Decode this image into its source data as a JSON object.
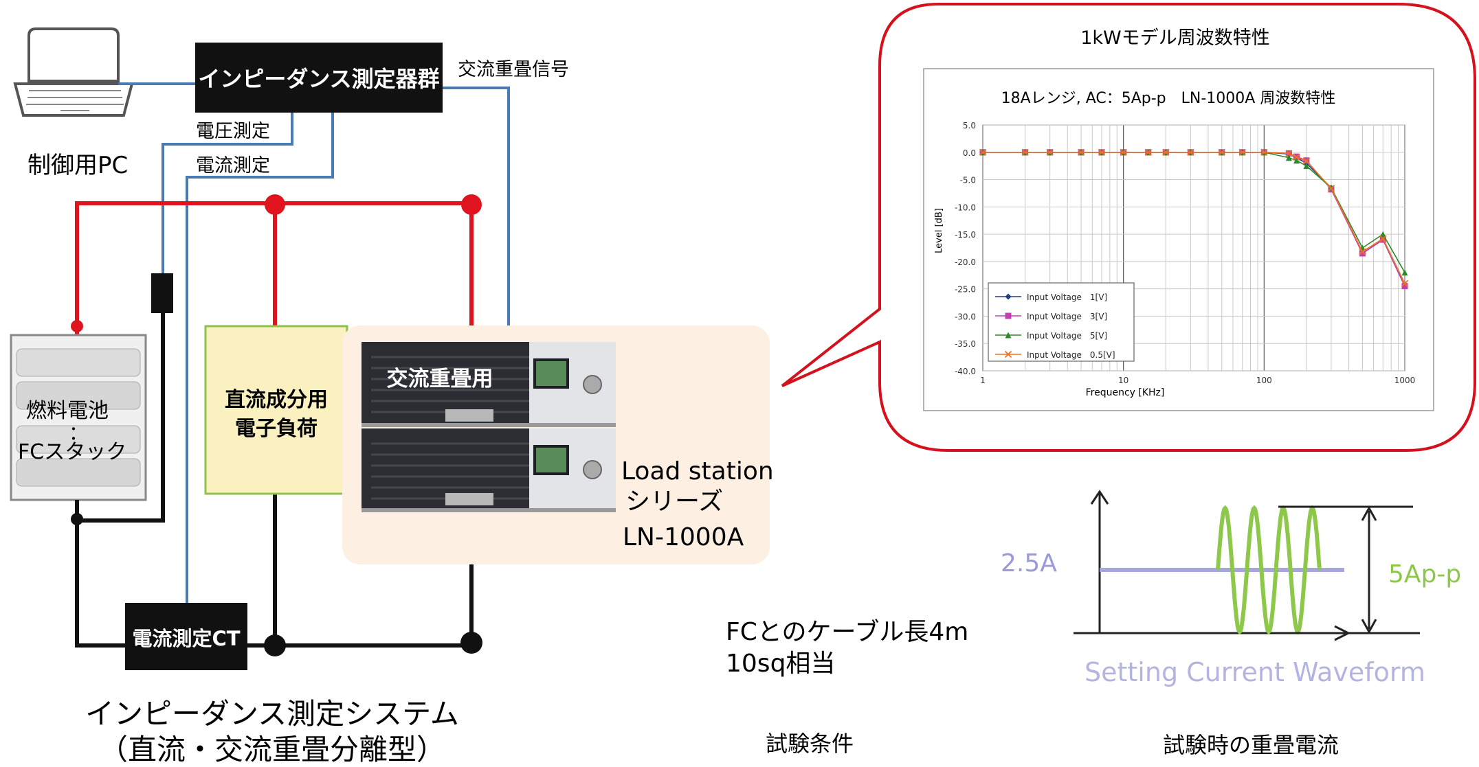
{
  "diagram": {
    "left": {
      "pc_label": "制御用PC",
      "impedance_group": "インピーダンス測定器群",
      "ac_signal": "交流重畳信号",
      "voltage_meas": "電圧測定",
      "current_meas": "電流測定",
      "fuel_cell": "燃料電池",
      "fuel_cell_dot": "：",
      "fc_stack": "FCスタック",
      "dc_load_line1": "直流成分用",
      "dc_load_line2": "電子負荷",
      "ac_use": "交流重畳用",
      "ct_label": "電流測定CT",
      "load_station_1": "Load station",
      "load_station_2": "シリーズ",
      "load_station_3": "LN-1000A",
      "caption_1": "インピーダンス測定システム",
      "caption_2": "（直流・交流重畳分離型）"
    },
    "conditions": {
      "cable_1": "FCとのケーブル長4m",
      "cable_2": "10sq相当",
      "caption": "試験条件"
    },
    "waveform": {
      "dc_value": "2.5A",
      "pp_value": "5Ap-p",
      "title": "Setting Current Waveform",
      "caption": "試験時の重畳電流"
    },
    "colors": {
      "power_red": "#e0141e",
      "signal_blue": "#4a7ab5",
      "ground_black": "#111111",
      "callout_red": "#d4111c",
      "load_fill": "#fbf0c0",
      "load_border": "#8ec14a",
      "station_bg": "#fdf0e2"
    }
  },
  "chart_data": {
    "type": "line",
    "header": "1kWモデル周波数特性",
    "title": "18Aレンジ, AC：5Ap-p　LN-1000A 周波数特性",
    "xlabel": "Frequency [KHz]",
    "ylabel": "Level [dB]",
    "xscale": "log",
    "xlim": [
      1,
      1000
    ],
    "ylim": [
      -40,
      5
    ],
    "x_ticks": [
      "1",
      "10",
      "100",
      "1000"
    ],
    "y_ticks": [
      "5.0",
      "0.0",
      "-5.0",
      "-10.0",
      "-15.0",
      "-20.0",
      "-25.0",
      "-30.0",
      "-35.0",
      "-40.0"
    ],
    "grid": true,
    "legend_position": "bottom-left",
    "x": [
      1,
      2,
      3,
      5,
      7,
      10,
      15,
      20,
      30,
      50,
      70,
      100,
      150,
      170,
      200,
      300,
      500,
      700,
      1000
    ],
    "series": [
      {
        "name": "Input Voltage　1[V]",
        "color": "#1f3a8a",
        "marker": "diamond",
        "values": [
          0,
          0,
          0,
          0,
          0,
          0,
          0,
          0,
          0,
          0,
          0,
          0,
          -0.3,
          -1.0,
          -2.0,
          -6.5,
          -18.5,
          -16.0,
          -24.5
        ]
      },
      {
        "name": "Input Voltage　3[V]",
        "color": "#c040b0",
        "marker": "square",
        "values": [
          0,
          0,
          0,
          0,
          0,
          0,
          0,
          0,
          0,
          0,
          0,
          0,
          -0.2,
          -0.8,
          -1.5,
          -6.8,
          -18.5,
          -16.0,
          -24.5
        ]
      },
      {
        "name": "Input Voltage　5[V]",
        "color": "#2a8a2a",
        "marker": "triangle",
        "values": [
          0,
          0,
          0,
          0,
          0,
          0,
          0,
          0,
          0,
          0,
          0,
          0,
          -1.0,
          -1.5,
          -2.5,
          -6.5,
          -17.5,
          -15.0,
          -22.0
        ]
      },
      {
        "name": "Input Voltage　0.5[V]",
        "color": "#f07020",
        "marker": "x",
        "values": [
          0,
          0,
          0,
          0,
          0,
          0,
          0,
          0,
          0,
          0,
          0,
          0,
          -0.2,
          -0.9,
          -1.6,
          -6.6,
          -18.2,
          -15.8,
          -24.0
        ]
      }
    ]
  }
}
